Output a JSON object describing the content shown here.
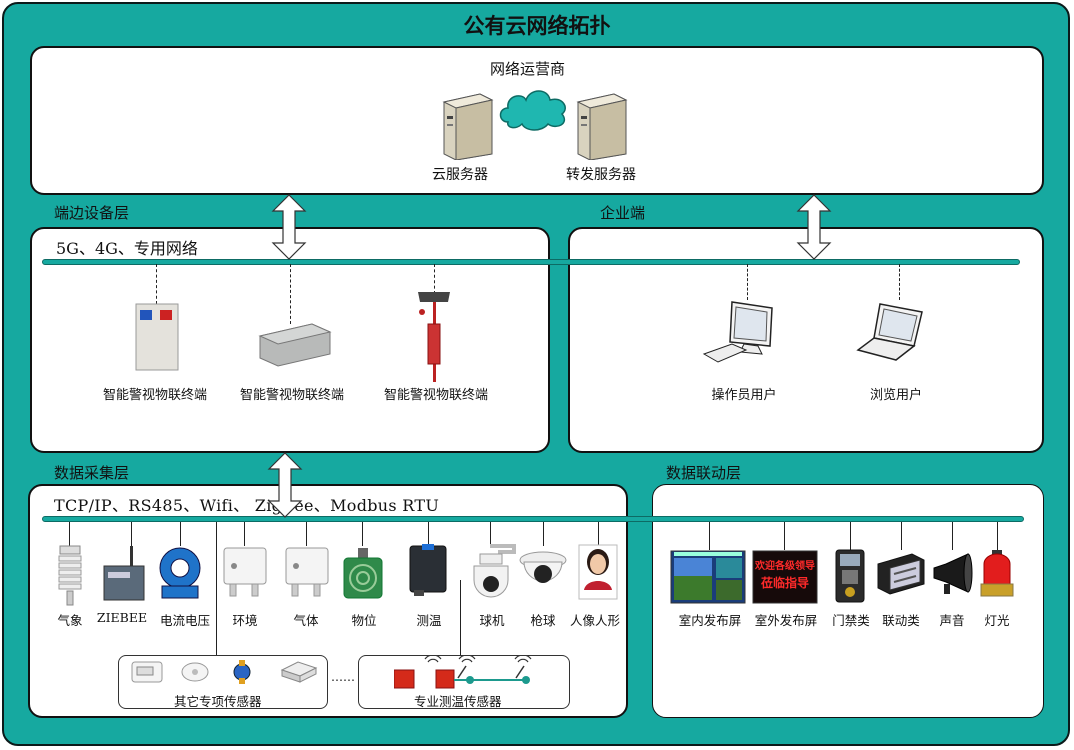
{
  "title": "公有云网络拓扑",
  "operator": {
    "label": "网络运营商",
    "cloud_server": "云服务器",
    "relay_server": "转发服务器"
  },
  "edge": {
    "header": "端边设备层",
    "network": "5G、4G、专用网络",
    "devices": [
      "智能警视物联终端",
      "智能警视物联终端",
      "智能警视物联终端"
    ]
  },
  "enterprise": {
    "header": "企业端",
    "users": [
      "操作员用户",
      "浏览用户"
    ]
  },
  "collect": {
    "header": "数据采集层",
    "protocols": "TCP/IP、RS485、Wifi、  ZigBee、Modbus RTU",
    "sensors": [
      "气象",
      "ZIEBEE",
      "电流电压",
      "环境",
      "气体",
      "物位",
      "测温",
      "球机",
      "枪球",
      "人像人形"
    ],
    "other_group": "其它专项传感器",
    "ellipsis": "……",
    "temp_group": "专业测温传感器"
  },
  "linkage": {
    "header": "数据联动层",
    "items": [
      "室内发布屏",
      "室外发布屏",
      "门禁类",
      "联动类",
      "声音",
      "灯光"
    ],
    "led_text": [
      "欢迎各级领导",
      "莅临指导"
    ]
  },
  "colors": {
    "background": "#16a9a0",
    "bus": "#16a9a0",
    "panel": "#ffffff"
  }
}
